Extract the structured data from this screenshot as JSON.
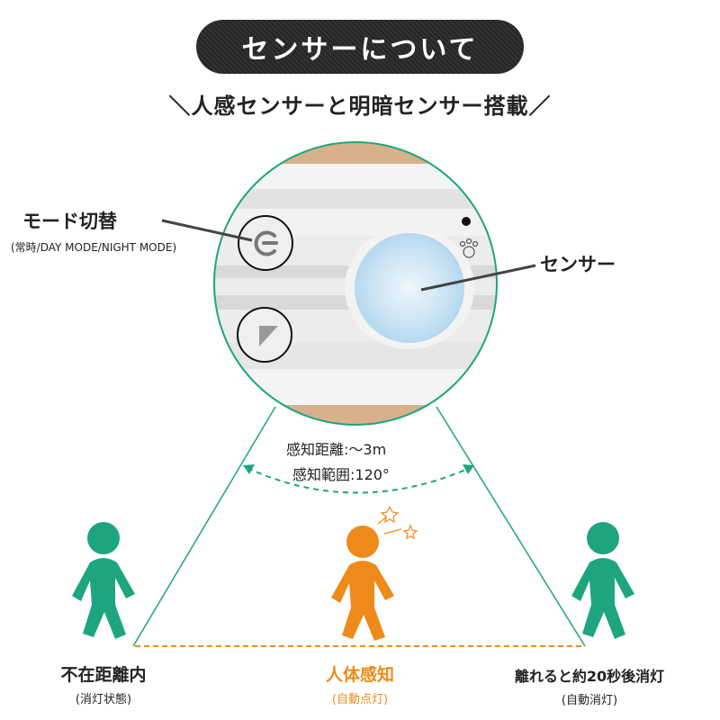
{
  "header": {
    "title": "センサーについて",
    "subtitle": "＼人感センサーと明暗センサー搭載／"
  },
  "callouts": {
    "mode_switch": "モード切替",
    "mode_switch_sub": "(常時/DAY MODE/NIGHT MODE)",
    "sensor": "センサー"
  },
  "range": {
    "distance": "感知距離:〜3m",
    "angle": "感知範囲:120°"
  },
  "states": [
    {
      "label": "不在距離内",
      "sub": "(消灯状態)"
    },
    {
      "label": "人体感知",
      "sub": "(自動点灯)"
    },
    {
      "label": "離れると約20秒後消灯",
      "sub": "(自動消灯)"
    }
  ],
  "colors": {
    "green": "#1ea57f",
    "orange": "#ee8a1a",
    "dark": "#2b2b2b",
    "wood": "#d8b08c"
  }
}
